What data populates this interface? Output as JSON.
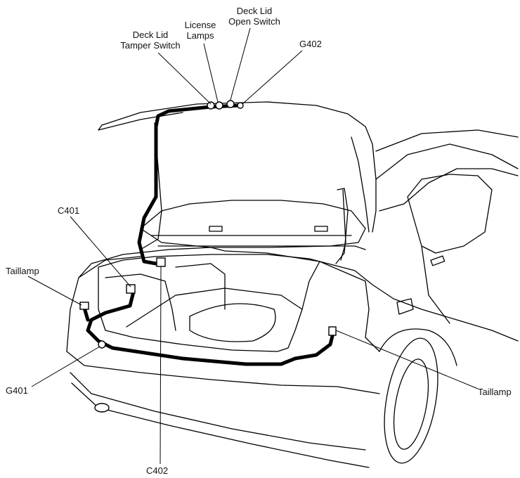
{
  "colors": {
    "ink": "#000000",
    "paper": "#ffffff"
  },
  "labels": {
    "deck_lid_tamper_switch": "Deck Lid\nTamper Switch",
    "license_lamps": "License\nLamps",
    "deck_lid_open_switch": "Deck Lid\nOpen Switch",
    "g402": "G402",
    "c401": "C401",
    "taillamp_left": "Taillamp",
    "g401": "G401",
    "c402": "C402",
    "taillamp_right": "Taillamp"
  }
}
